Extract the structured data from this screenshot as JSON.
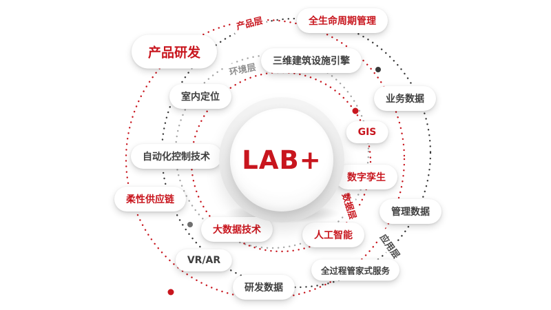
{
  "center": {
    "label": "LAB+"
  },
  "orbit_labels": {
    "product_layer": "产品层",
    "environment_layer": "环境层",
    "data_layer": "数据层",
    "application_layer": "应用层"
  },
  "nodes": [
    {
      "id": "product-rd",
      "label": "产品研发",
      "style": "red-large"
    },
    {
      "id": "lifecycle-management",
      "label": "全生命周期管理",
      "style": "red"
    },
    {
      "id": "bim-engine",
      "label": "三维建筑设施引擎",
      "style": "dark"
    },
    {
      "id": "indoor-positioning",
      "label": "室内定位",
      "style": "dark"
    },
    {
      "id": "business-data",
      "label": "业务数据",
      "style": "dark"
    },
    {
      "id": "gis",
      "label": "GIS",
      "style": "red"
    },
    {
      "id": "automation-control",
      "label": "自动化控制技术",
      "style": "dark"
    },
    {
      "id": "digital-twin",
      "label": "数字孪生",
      "style": "red"
    },
    {
      "id": "flexible-supply-chain",
      "label": "柔性供应链",
      "style": "red"
    },
    {
      "id": "management-data",
      "label": "管理数据",
      "style": "dark"
    },
    {
      "id": "big-data-tech",
      "label": "大数据技术",
      "style": "red"
    },
    {
      "id": "artificial-intelligence",
      "label": "人工智能",
      "style": "red"
    },
    {
      "id": "vr-ar",
      "label": "VR/AR",
      "style": "dark"
    },
    {
      "id": "rd-data",
      "label": "研发数据",
      "style": "dark"
    },
    {
      "id": "butler-service",
      "label": "全过程管家式服务",
      "style": "dark"
    }
  ],
  "colors": {
    "accent_red": "#c8161e",
    "text_dark": "#3f3f3f",
    "orbit_gray": "#a6a6a6",
    "orbit_dark": "#3a3a3a"
  }
}
